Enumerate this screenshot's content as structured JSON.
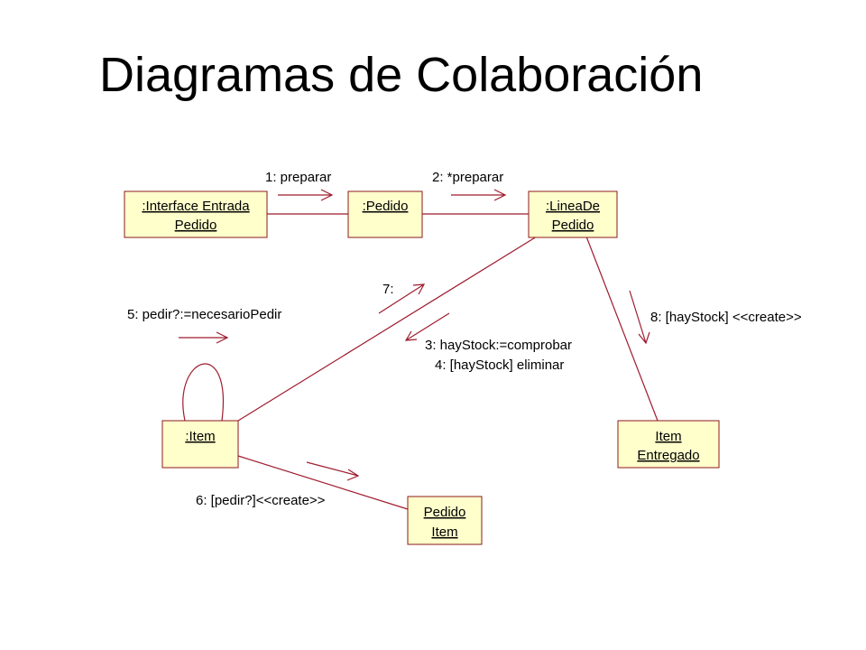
{
  "title": "Diagramas de Colaboración",
  "objects": {
    "interface_entrada_pedido": [
      ":Interface Entrada",
      "Pedido"
    ],
    "pedido": [
      ":Pedido"
    ],
    "linea_de_pedido": [
      ":LineaDe",
      "Pedido"
    ],
    "item": [
      ":Item"
    ],
    "item_entregado": [
      "Item",
      "Entregado"
    ],
    "pedido_item": [
      "Pedido",
      "Item"
    ]
  },
  "messages": {
    "m1": "1: preparar",
    "m2": "2: *preparar",
    "m7": "7:",
    "m5": "5: pedir?:=necesarioPedir",
    "m3": "3: hayStock:=comprobar",
    "m4": "4: [hayStock] eliminar",
    "m8": "8: [hayStock] <<create>>",
    "m6": "6: [pedir?]<<create>>"
  },
  "colors": {
    "object_fill": "#ffffcc",
    "object_border": "#8b1a1a",
    "link": "#9e1c2e"
  }
}
